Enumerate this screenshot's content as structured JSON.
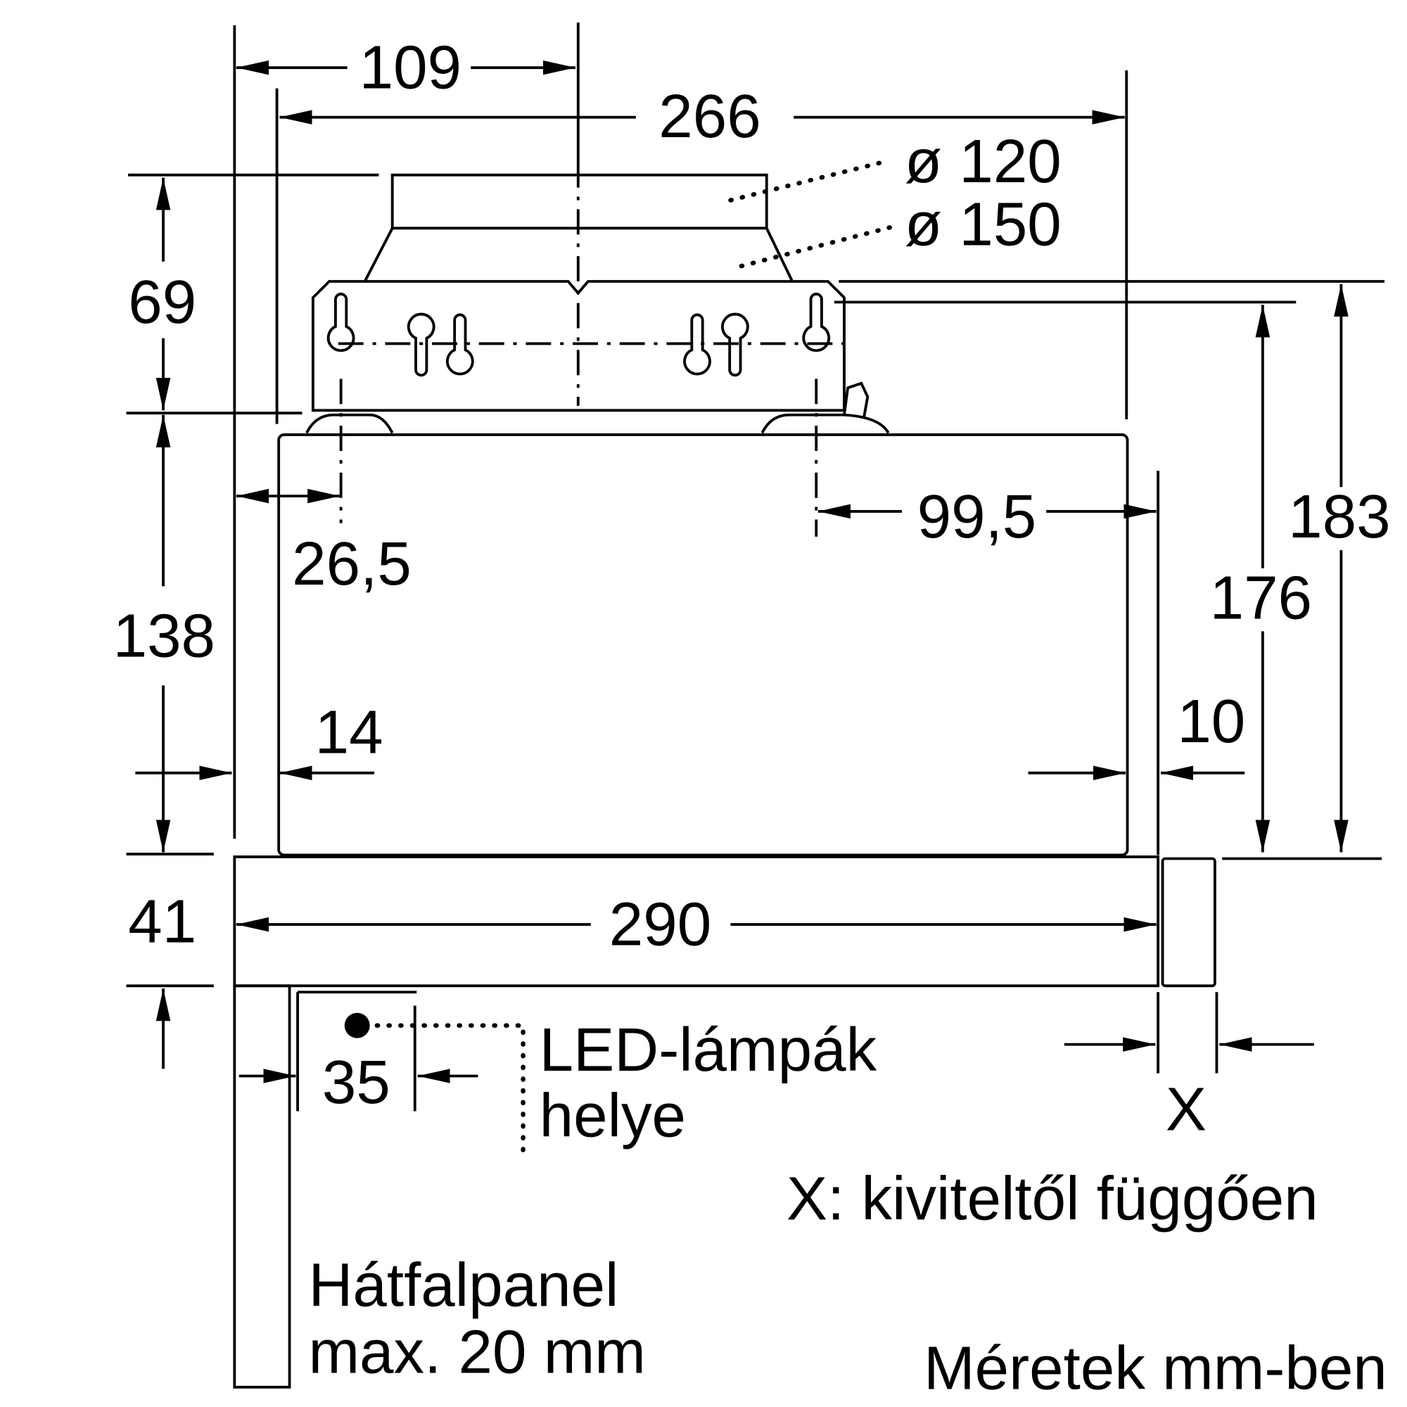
{
  "dimensions": {
    "d109": "109",
    "d266": "266",
    "d120": "ø 120",
    "d150": "ø 150",
    "d69": "69",
    "d138": "138",
    "d41": "41",
    "d26_5": "26,5",
    "d99_5": "99,5",
    "d176": "176",
    "d183": "183",
    "d14": "14",
    "d10": "10",
    "d290": "290",
    "d35": "35",
    "dX": "X"
  },
  "labels": {
    "led_line1": "LED-lámpák",
    "led_line2": "helye",
    "x_note": "X: kiviteltől függően",
    "panel_line1": "Hátfalpanel",
    "panel_line2": "max. 20 mm",
    "units": "Méretek mm-ben"
  }
}
